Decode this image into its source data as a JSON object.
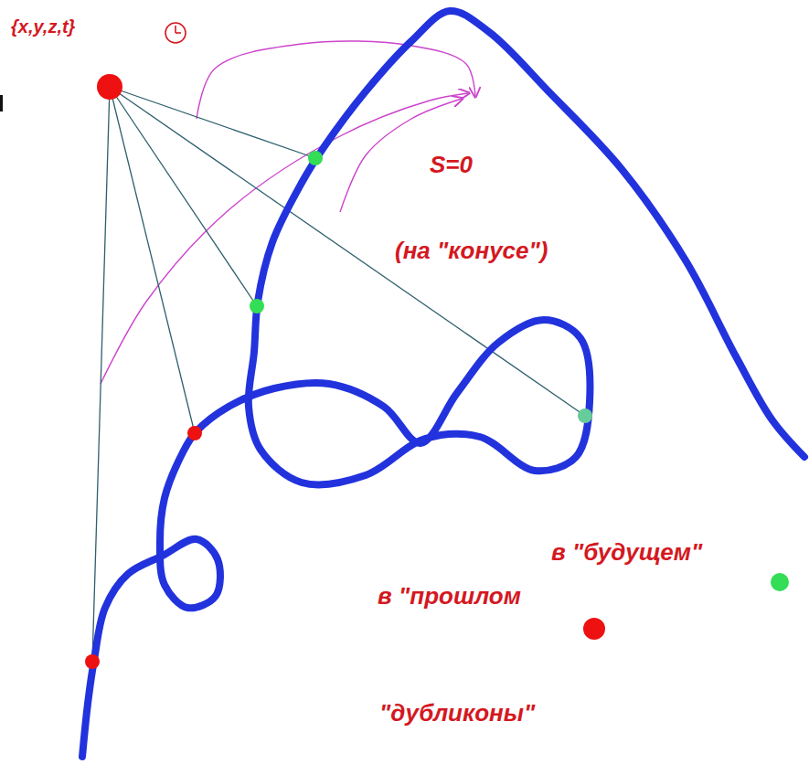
{
  "diagram": {
    "labels": [
      "{x,y,z,t}",
      "S=0",
      "(на \"конусе\")",
      "\"дубликоны\""
    ],
    "legend": [
      {
        "text": "в \"будущем\"",
        "color": "#33dd55"
      },
      {
        "text": "в \"прошлом",
        "color": "#ee1111"
      }
    ]
  }
}
